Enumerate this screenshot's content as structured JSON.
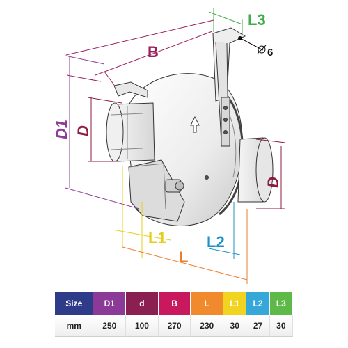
{
  "labels": {
    "B": "B",
    "L3": "L3",
    "hole": "6",
    "D1": "D1",
    "D_left": "D",
    "D_right": "D",
    "L1": "L1",
    "L2": "L2",
    "L": "L"
  },
  "colors": {
    "B": "#9b1d5c",
    "L3": "#3dae49",
    "D1": "#8e3d97",
    "D": "#8c1d3e",
    "L": "#ee7d2a",
    "L1": "#e4cf1d",
    "L2": "#1c93c8",
    "line": "#222222",
    "hole": "#111111"
  },
  "table": {
    "headers": [
      {
        "label": "Size",
        "color": "#2d3b88"
      },
      {
        "label": "D1",
        "color": "#8b3a98"
      },
      {
        "label": "d",
        "color": "#8a1f52"
      },
      {
        "label": "B",
        "color": "#c9195e"
      },
      {
        "label": "L",
        "color": "#f08a2c"
      },
      {
        "label": "L1",
        "color": "#f2d320"
      },
      {
        "label": "L2",
        "color": "#35a7d9"
      },
      {
        "label": "L3",
        "color": "#5db948"
      }
    ],
    "values": [
      "mm",
      "250",
      "100",
      "270",
      "230",
      "30",
      "27",
      "30"
    ]
  }
}
